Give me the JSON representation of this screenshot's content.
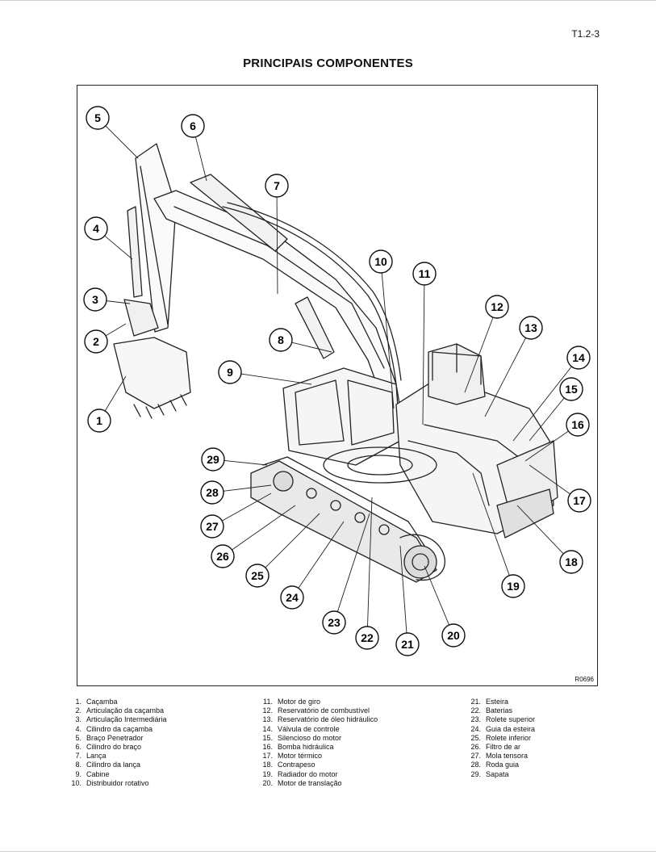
{
  "page_ref": "T1.2-3",
  "title": "PRINCIPAIS COMPONENTES",
  "figure_code": "R0696",
  "callout_labels": [
    "1",
    "2",
    "3",
    "4",
    "5",
    "6",
    "7",
    "8",
    "9",
    "10",
    "11",
    "12",
    "13",
    "14",
    "15",
    "16",
    "17",
    "18",
    "19",
    "20",
    "21",
    "22",
    "23",
    "24",
    "25",
    "26",
    "27",
    "28",
    "29"
  ],
  "legend": [
    [
      {
        "num": "1.",
        "text": "Caçamba"
      },
      {
        "num": "2.",
        "text": "Articulação da caçamba"
      },
      {
        "num": "3.",
        "text": "Articulação Intermediária"
      },
      {
        "num": "4.",
        "text": "Cilindro da caçamba"
      },
      {
        "num": "5.",
        "text": "Braço Penetrador"
      },
      {
        "num": "6.",
        "text": "Cilindro do braço"
      },
      {
        "num": "7.",
        "text": "Lança"
      },
      {
        "num": "8.",
        "text": "Cilindro da lança"
      },
      {
        "num": "9.",
        "text": "Cabine"
      },
      {
        "num": "10.",
        "text": "Distribuidor rotativo"
      }
    ],
    [
      {
        "num": "11.",
        "text": "Motor de giro"
      },
      {
        "num": "12.",
        "text": "Reservatório de combustível"
      },
      {
        "num": "13.",
        "text": "Reservatório de óleo hidráulico"
      },
      {
        "num": "14.",
        "text": "Válvula de controle"
      },
      {
        "num": "15.",
        "text": "Silencioso do motor"
      },
      {
        "num": "16.",
        "text": "Bomba hidráulica"
      },
      {
        "num": "17.",
        "text": "Motor térmico"
      },
      {
        "num": "18.",
        "text": "Contrapeso"
      },
      {
        "num": "19.",
        "text": "Radiador do motor"
      },
      {
        "num": "20.",
        "text": "Motor de translação"
      }
    ],
    [
      {
        "num": "21.",
        "text": "Esteira"
      },
      {
        "num": "22.",
        "text": "Baterias"
      },
      {
        "num": "23.",
        "text": "Rolete superior"
      },
      {
        "num": "24.",
        "text": "Guia da esteira"
      },
      {
        "num": "25.",
        "text": "Rolete inferior"
      },
      {
        "num": "26.",
        "text": "Filtro de ar"
      },
      {
        "num": "27.",
        "text": "Mola tensora"
      },
      {
        "num": "28.",
        "text": "Roda guia"
      },
      {
        "num": "29.",
        "text": "Sapata"
      }
    ]
  ]
}
